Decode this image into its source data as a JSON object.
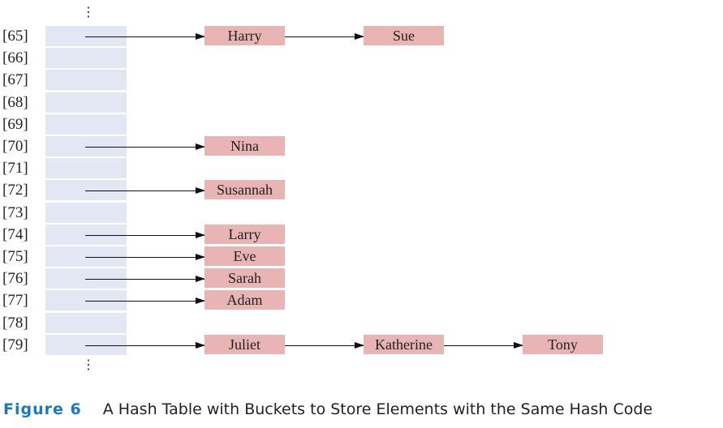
{
  "diagram": {
    "rows": [
      {
        "index": "[65]",
        "chain": [
          "Harry",
          "Sue"
        ]
      },
      {
        "index": "[66]",
        "chain": []
      },
      {
        "index": "[67]",
        "chain": []
      },
      {
        "index": "[68]",
        "chain": []
      },
      {
        "index": "[69]",
        "chain": []
      },
      {
        "index": "[70]",
        "chain": [
          "Nina"
        ]
      },
      {
        "index": "[71]",
        "chain": []
      },
      {
        "index": "[72]",
        "chain": [
          "Susannah"
        ]
      },
      {
        "index": "[73]",
        "chain": []
      },
      {
        "index": "[74]",
        "chain": [
          "Larry"
        ]
      },
      {
        "index": "[75]",
        "chain": [
          "Eve"
        ]
      },
      {
        "index": "[76]",
        "chain": [
          "Sarah"
        ]
      },
      {
        "index": "[77]",
        "chain": [
          "Adam"
        ]
      },
      {
        "index": "[78]",
        "chain": []
      },
      {
        "index": "[79]",
        "chain": [
          "Juliet",
          "Katherine",
          "Tony"
        ]
      }
    ],
    "ellipsis": "⋮",
    "colors": {
      "bucket": "#e3e7f4",
      "node": "#e8b4b4",
      "figure_label": "#1a78c2"
    }
  },
  "caption": {
    "label": "Figure 6",
    "text": "A Hash Table with Buckets to Store Elements with the Same Hash Code"
  }
}
